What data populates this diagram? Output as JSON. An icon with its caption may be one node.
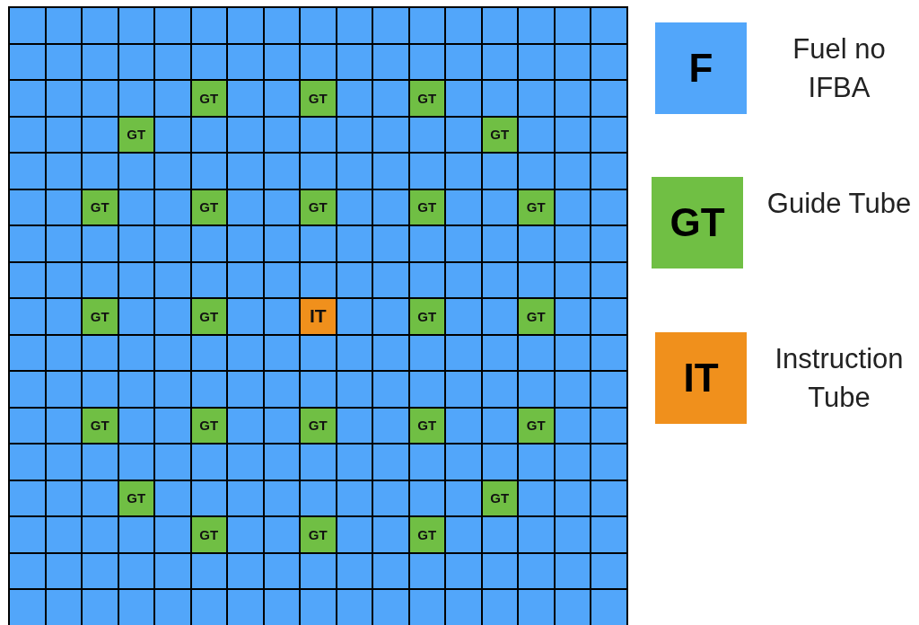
{
  "diagram": {
    "labels": [
      "GT",
      "GT",
      "GT",
      "GT",
      "GT",
      "GT",
      "GT",
      "GT",
      "GT",
      "GT",
      "GT",
      "GT",
      "IT",
      "GT",
      "GT",
      "GT",
      "GT",
      "GT",
      "GT",
      "GT",
      "GT",
      "GT",
      "GT",
      "GT",
      "GT",
      "F",
      "GT",
      "IT"
    ],
    "legend": [
      {
        "text": "Fuel no IFBA",
        "color": "#52a6fa"
      },
      {
        "text": "Guide Tube",
        "color": "#70bf44"
      },
      {
        "text": "Instruction Tube",
        "color": "#f0901c"
      }
    ]
  }
}
